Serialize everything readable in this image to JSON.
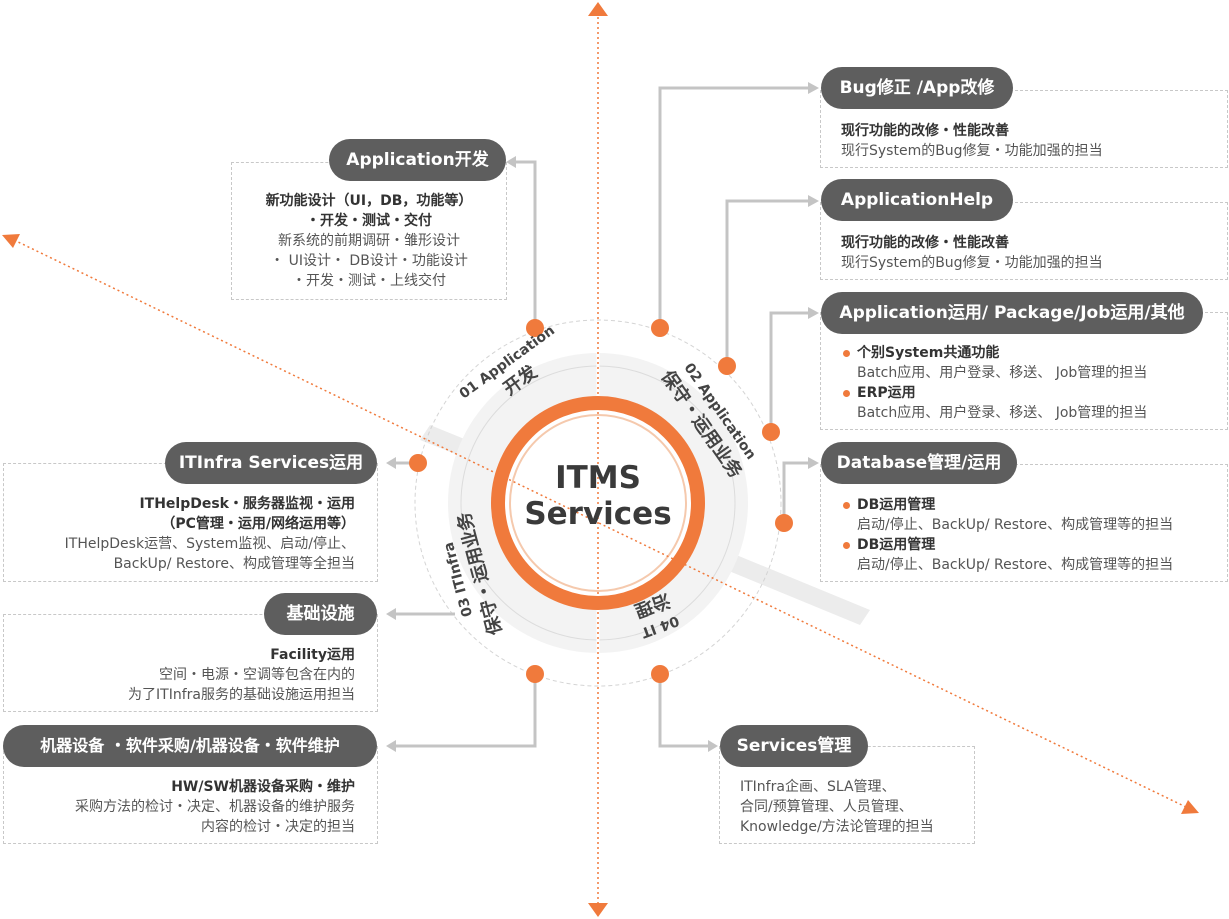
{
  "center": {
    "line1": "ITMS",
    "line2": "Services"
  },
  "segments": [
    {
      "num": "01 Application",
      "title": "开发"
    },
    {
      "num": "02 Application",
      "title": "保守・运用业务"
    },
    {
      "num": "03 ITInfra",
      "title": "保守・运用业务"
    },
    {
      "num": "04 IT",
      "title": "治理"
    }
  ],
  "nodes": {
    "app_dev": {
      "label": "Application开发",
      "lines": [
        "新功能设计（UI，DB，功能等）",
        "・开发・测试・交付",
        "新系统的前期调研・雏形设计",
        "・ UI设计・ DB设计・功能设计",
        "・开发・测试・上线交付"
      ]
    },
    "bug_fix": {
      "label": "Bug修正 /App改修",
      "lines": [
        "现行功能的改修・性能改善",
        "现行System的Bug修复・功能加强的担当"
      ]
    },
    "app_help": {
      "label": "ApplicationHelp",
      "lines": [
        "现行功能的改修・性能改善",
        "现行System的Bug修复・功能加强的担当"
      ]
    },
    "app_ops": {
      "label": "Application运用/ Package/Job运用/其他",
      "items": [
        {
          "title": "个别System共通功能",
          "desc": "Batch应用、用户登录、移送、 Job管理的担当"
        },
        {
          "title": "ERP运用",
          "desc": "Batch应用、用户登录、移送、 Job管理的担当"
        }
      ]
    },
    "db_ops": {
      "label": "Database管理/运用",
      "items": [
        {
          "title": "DB运用管理",
          "desc": "启动/停止、BackUp/ Restore、构成管理等的担当"
        },
        {
          "title": "DB运用管理",
          "desc": "启动/停止、BackUp/ Restore、构成管理等的担当"
        }
      ]
    },
    "itinfra_ops": {
      "label": "ITInfra Services运用",
      "lines": [
        "ITHelpDesk・服务器监视・运用",
        "（PC管理・运用/网络运用等）",
        "ITHelpDesk运营、System监视、启动/停止、",
        "BackUp/ Restore、构成管理等全担当"
      ]
    },
    "facility": {
      "label": "基础设施",
      "lines": [
        "Facility运用",
        "空间・电源・空调等包含在内的",
        "为了ITInfra服务的基础设施运用担当"
      ]
    },
    "hw_sw": {
      "label": "机器设备 ・软件采购/机器设备・软件维护",
      "lines": [
        "HW/SW机器设备采购・维护",
        "采购方法的检讨・决定、机器设备的维护服务",
        "内容的检讨・决定的担当"
      ]
    },
    "services_mgmt": {
      "label": "Services管理",
      "lines": [
        "ITInfra企画、SLA管理、",
        "合同/预算管理、人员管理、",
        "Knowledge/方法论管理的担当"
      ]
    }
  },
  "colors": {
    "accent": "#f07a3c",
    "pill": "#5e5e5e",
    "connector": "#c4c4c4",
    "dashed_border": "#c8c8c8"
  }
}
